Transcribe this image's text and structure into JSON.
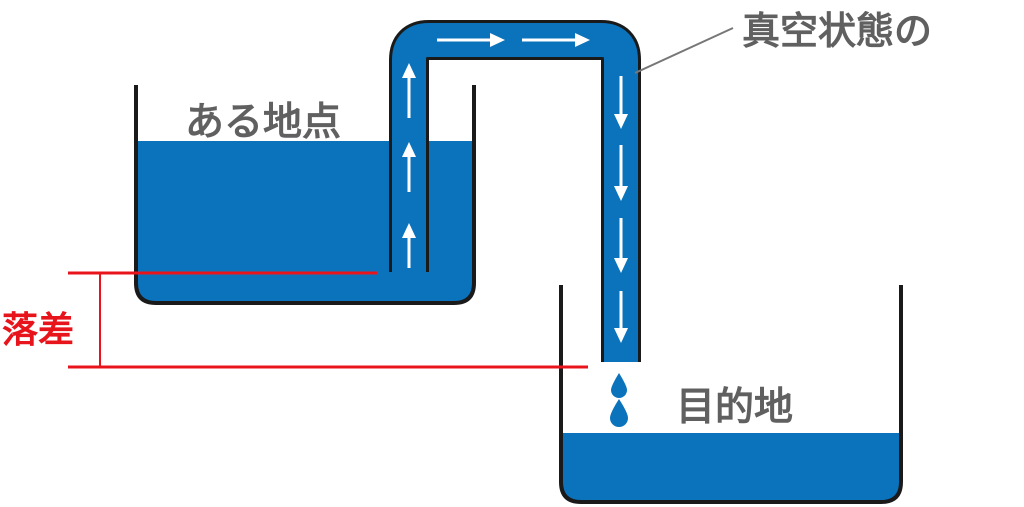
{
  "labels": {
    "source": "ある地点",
    "destination": "目的地",
    "vacuum": "真空状態の",
    "head_difference": "落差"
  },
  "colors": {
    "water": "#0b73bc",
    "outline": "#1a1a1a",
    "label_text": "#606060",
    "head_line": "#e8141b",
    "arrow": "#ffffff",
    "leader_line": "#777777"
  }
}
